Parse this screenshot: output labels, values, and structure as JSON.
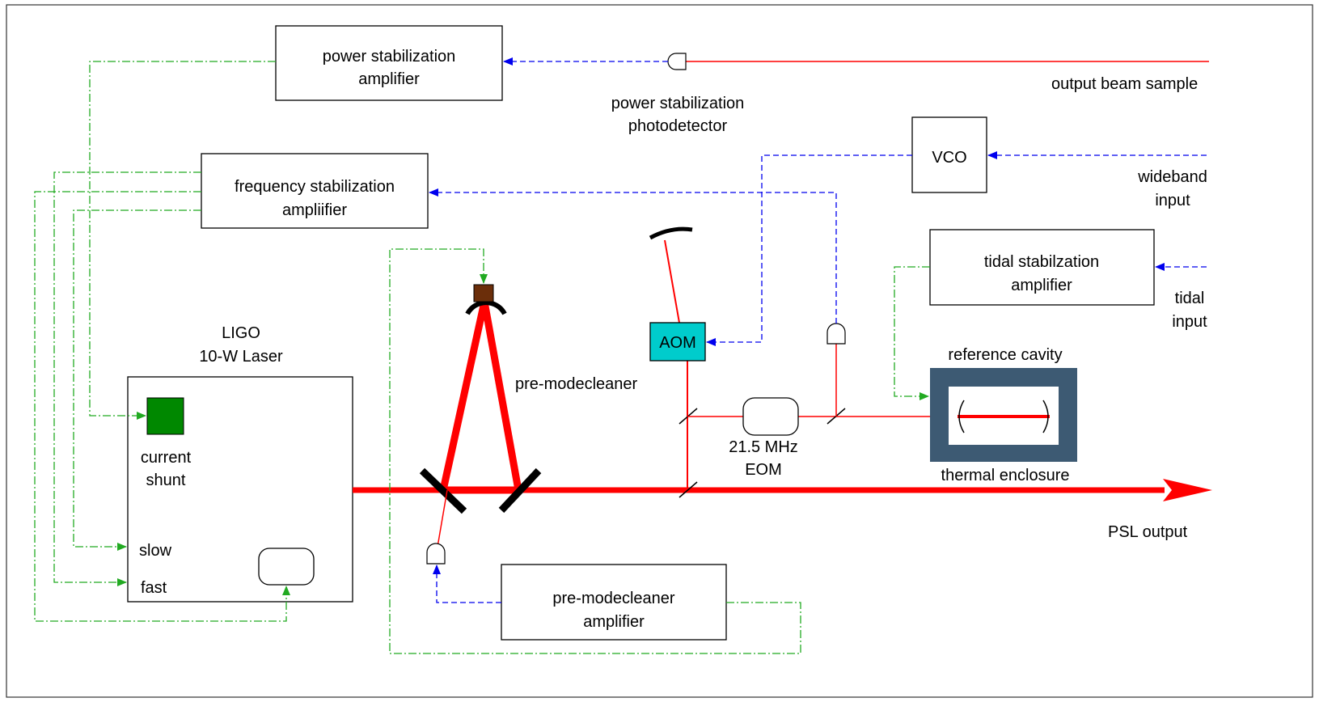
{
  "labels": {
    "power_amp_line1": "power stabilization",
    "power_amp_line2": "amplifier",
    "power_pd_line1": "power stabilization",
    "power_pd_line2": "photodetector",
    "output_beam_sample": "output beam sample",
    "vco": "VCO",
    "wideband_line1": "wideband",
    "wideband_line2": "input",
    "freq_amp_line1": "frequency stabilization",
    "freq_amp_line2": "ampliifier",
    "tidal_amp_line1": "tidal stabilzation",
    "tidal_amp_line2": "amplifier",
    "tidal_input_line1": "tidal",
    "tidal_input_line2": "input",
    "laser_line1": "LIGO",
    "laser_line2": "10-W Laser",
    "current_line1": "current",
    "current_line2": "shunt",
    "slow": "slow",
    "fast": "fast",
    "pmc": "pre-modecleaner",
    "aom": "AOM",
    "ref_cavity": "reference cavity",
    "eom_line1": "21.5 MHz",
    "eom_line2": "EOM",
    "thermal_enclosure": "thermal enclosure",
    "psl_output": "PSL output",
    "pmc_amp_line1": "pre-modecleaner",
    "pmc_amp_line2": "amplifier"
  },
  "colors": {
    "beam": "#ff0000",
    "control_signal": "#22aa22",
    "detector_signal": "#0000ee",
    "aom_fill": "#00cccc",
    "current_shunt_fill": "#008800",
    "pzt_fill": "#6b2e0a",
    "enclosure_fill": "#3d5a73"
  }
}
